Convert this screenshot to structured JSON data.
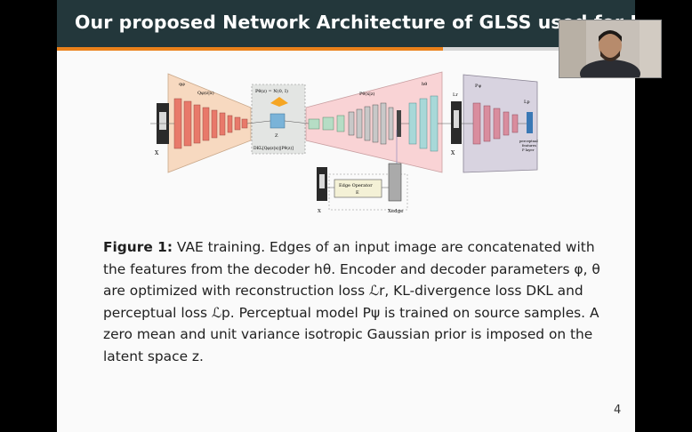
{
  "slide": {
    "title": "Our proposed Network Architecture of GLSS used for UDA",
    "page_number": "4"
  },
  "figure": {
    "labels": {
      "encoder": "qφ",
      "encoder_dist": "Qφ(z|x)",
      "prior": "Pθ(z) = N(0, I)",
      "z": "Z",
      "kl": "DKL[Qφ(z|x)||Pθ(z)]",
      "decoder_dist": "Pθ(x|z)",
      "decoder": "hθ",
      "recon_loss": "Lr",
      "perceptual_model": "Pψ",
      "perceptual_loss": "Lp",
      "perceptual_note_1": "perceptual",
      "perceptual_note_2": "features",
      "perceptual_note_3": "P layer",
      "input_x": "X",
      "output_x": "X",
      "edge_operator": "Edge Operator",
      "edge_operator_symbol": "E",
      "edge_input": "X",
      "edge_output": "Xedge"
    }
  },
  "caption": {
    "label": "Figure 1:",
    "text": " VAE training. Edges of an input image are concatenated with the features from the decoder hθ. Encoder and decoder parameters φ, θ are optimized with reconstruction loss ℒr, KL-divergence loss DKL and perceptual loss ℒp. Perceptual model Pψ is trained on source samples. A zero mean and unit variance isotropic Gaussian prior is imposed on the latent space z."
  }
}
